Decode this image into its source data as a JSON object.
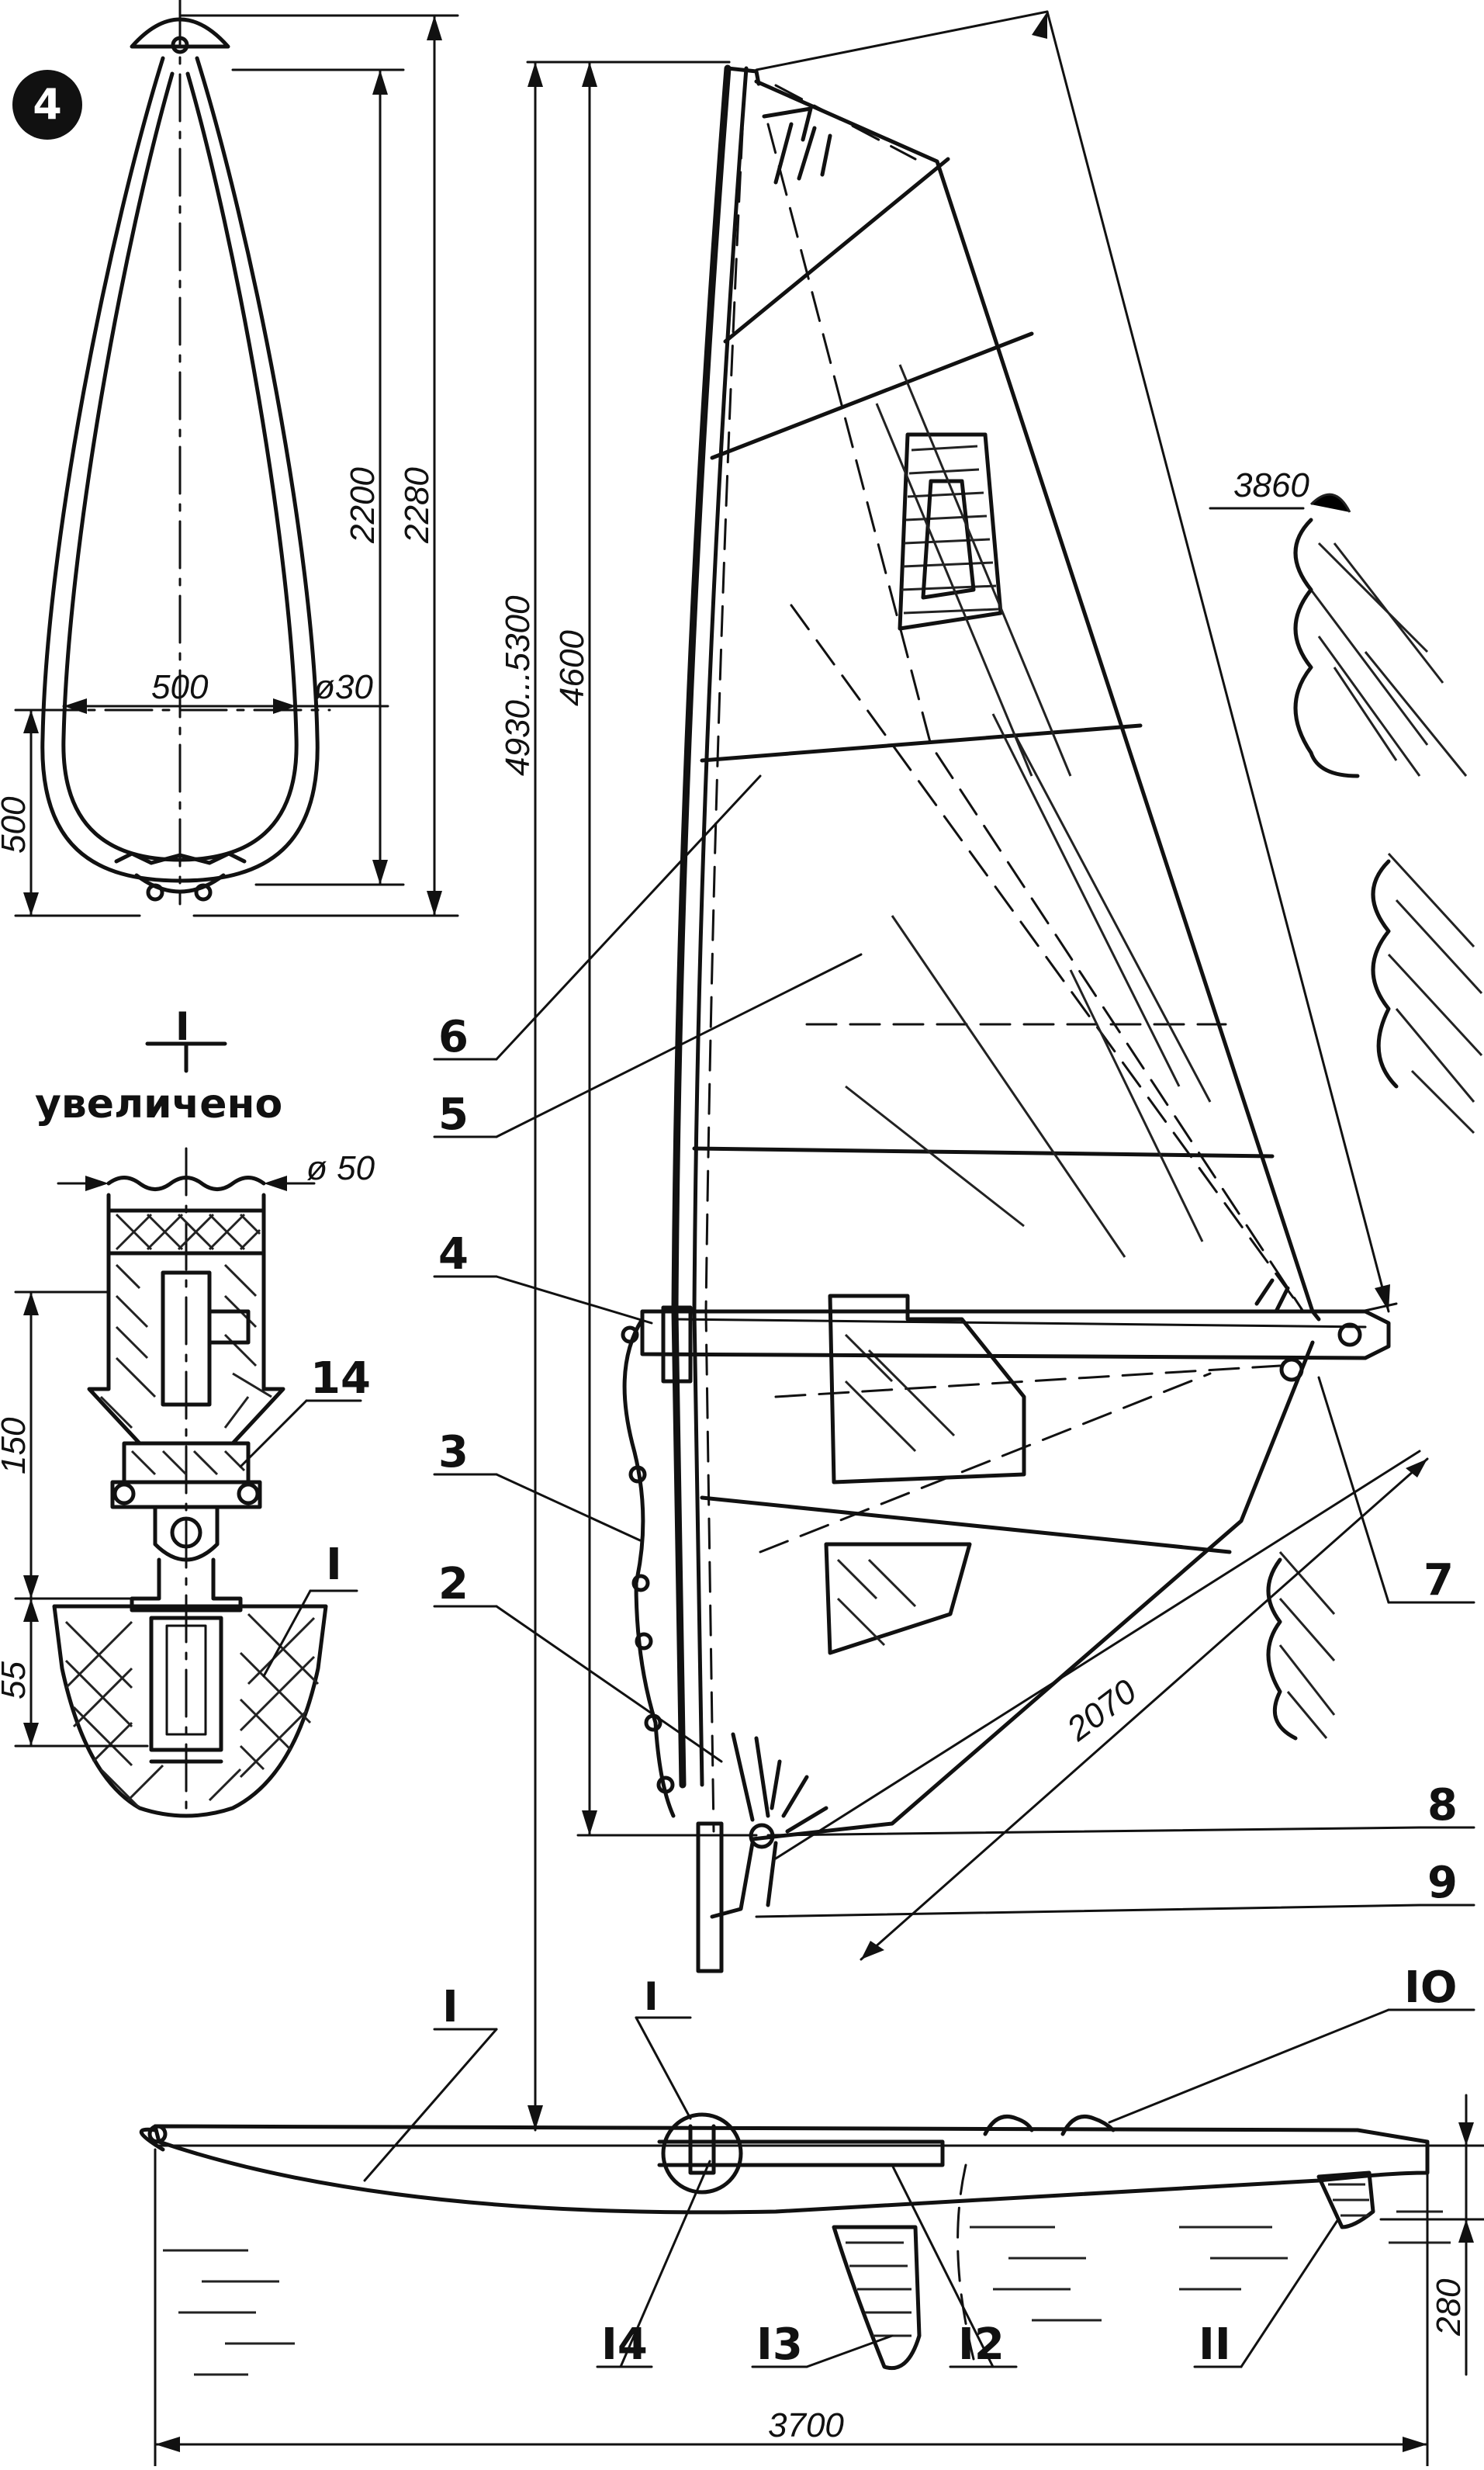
{
  "figure": {
    "number": "4"
  },
  "boom_view": {
    "dims": {
      "inner_length": "2200",
      "outer_length": "2280",
      "width": "500",
      "tube_diameter": "ø30",
      "end_height": "500"
    }
  },
  "detail": {
    "marker": "I",
    "caption": "увеличено",
    "dims": {
      "diameter": "ø 50",
      "height_upper": "150",
      "height_lower": "55"
    },
    "callouts": {
      "fitting": "14",
      "hull": "I"
    }
  },
  "board": {
    "dims": {
      "mast_total": "4930...5300",
      "mast_luff": "4600",
      "leech": "3860",
      "foot": "2070",
      "fin_depth": "280",
      "length": "3700"
    },
    "detail_marker": "I",
    "callouts": {
      "hull": "I",
      "mast_foot": "2",
      "uphaul": "3",
      "wishbone": "4",
      "sail": "5",
      "batten": "6",
      "clew": "7",
      "tack": "8",
      "downhaul": "9",
      "footstraps": "IO",
      "skeg": "II",
      "daggerboard_case": "I2",
      "daggerboard": "I3",
      "universal_joint": "I4"
    }
  }
}
